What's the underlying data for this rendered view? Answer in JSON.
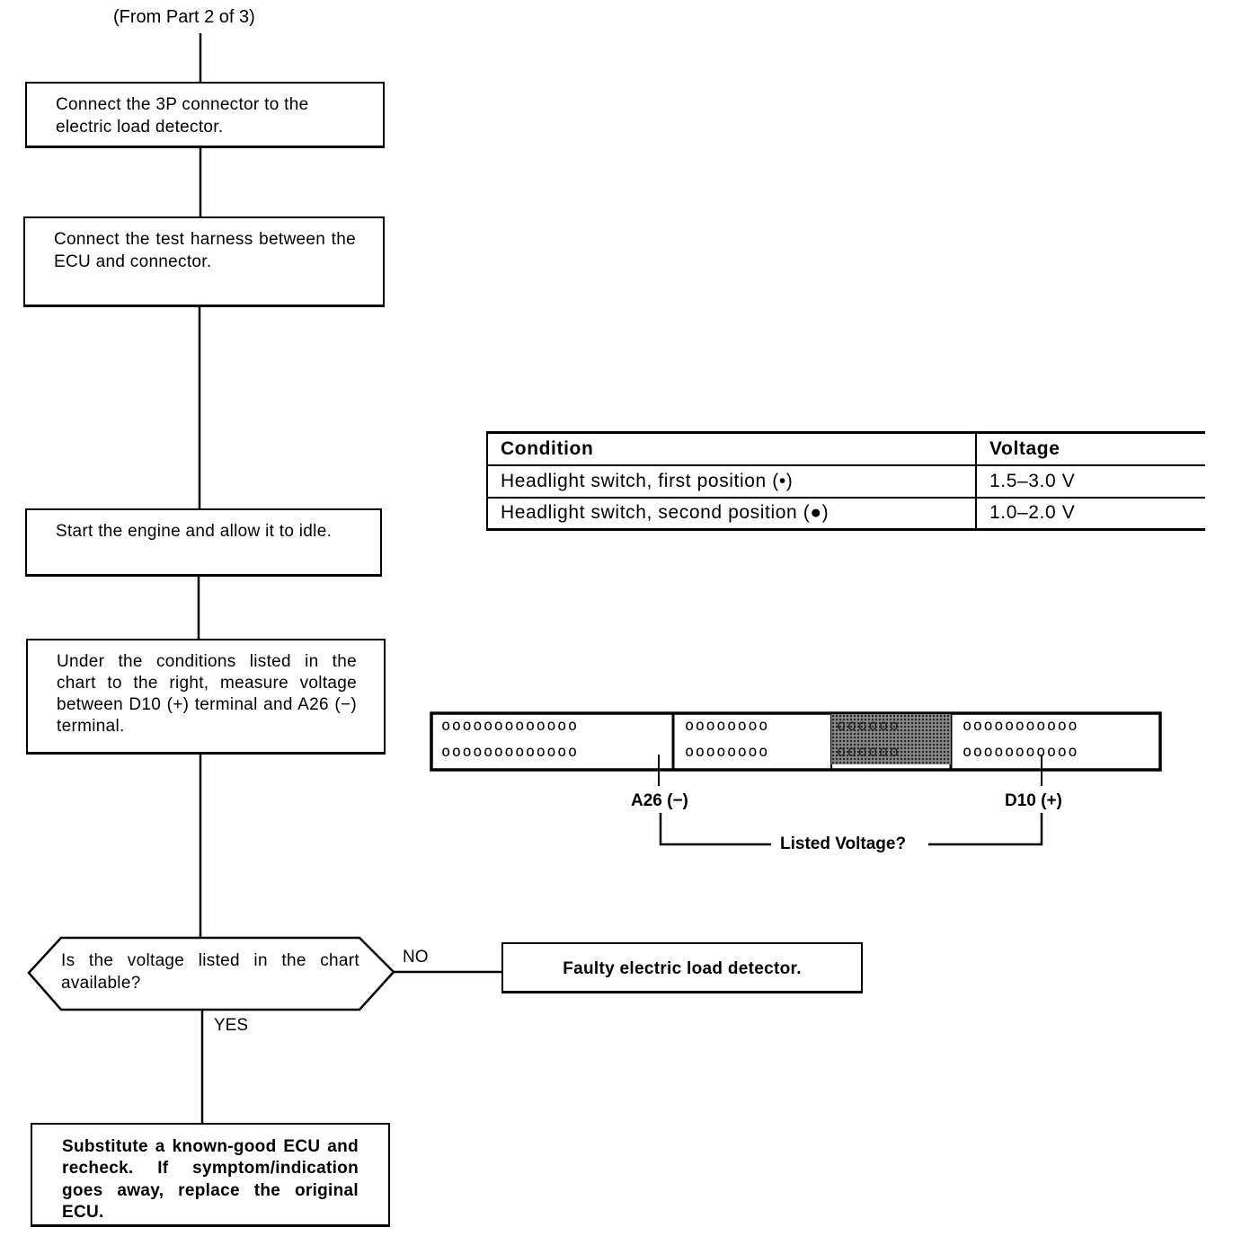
{
  "header": {
    "from_part": "(From Part 2 of 3)"
  },
  "steps": {
    "connect_3p": "Connect the 3P connector to the electric load detector.",
    "connect_harness": "Connect the test harness between the ECU and connector.",
    "start_engine": "Start the engine and allow it to idle.",
    "measure_voltage": "Under the conditions listed in the chart to the right, measure voltage between D10 (+) terminal and A26 (−) terminal.",
    "decision": "Is the voltage listed in the chart available?",
    "faulty": "Faulty electric load detector.",
    "substitute": "Substitute a known-good ECU and recheck. If symptom/indication goes away, replace the original ECU."
  },
  "branches": {
    "no": "NO",
    "yes": "YES"
  },
  "table": {
    "headers": [
      "Condition",
      "Voltage"
    ],
    "rows": [
      [
        "Headlight switch, first position (•)",
        "1.5–3.0 V"
      ],
      [
        "Headlight switch, second position (●)",
        "1.0–2.0 V"
      ]
    ]
  },
  "connector": {
    "section_a_top": "ooooooooooooo",
    "section_a_bottom": "ooooooooooooo",
    "section_b_top": "oooooooo",
    "section_b_bottom": "oooooooo",
    "section_c_top": "oooooo",
    "section_c_bottom": "oooooo",
    "section_d_top": "ooooooooooo",
    "section_d_bottom": "ooooooooooo",
    "terminal_negative": "A26 (−)",
    "terminal_positive": "D10 (+)",
    "probe_label": "Listed Voltage?"
  }
}
